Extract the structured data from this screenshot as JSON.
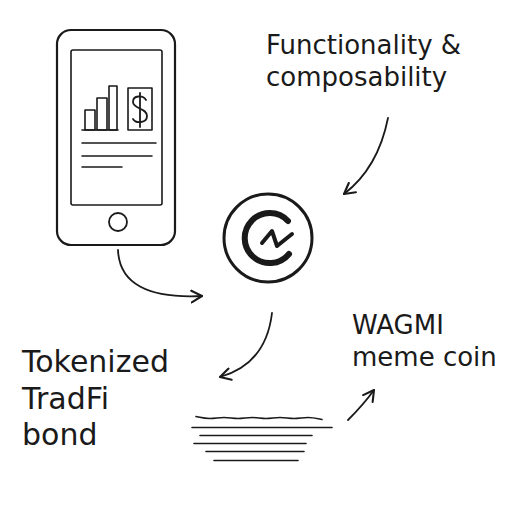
{
  "diagram": {
    "labels": [
      "Functionality & composability",
      "Tokenized TradFi bond",
      "WAGMI meme coin"
    ]
  }
}
